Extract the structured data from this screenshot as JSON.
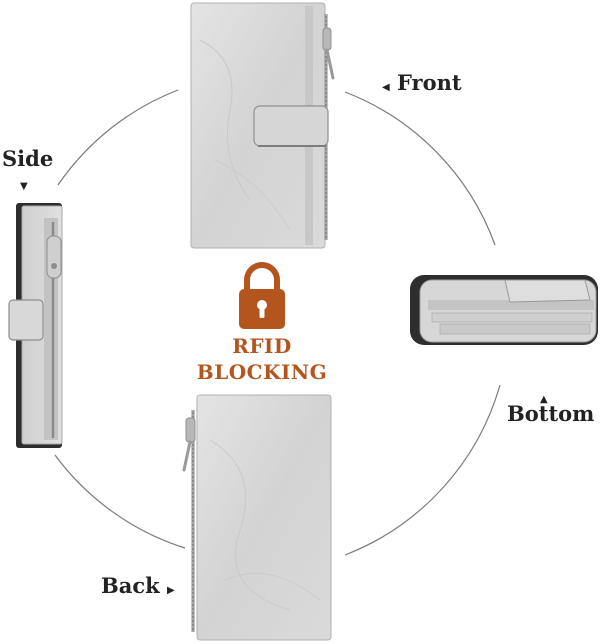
{
  "labels": {
    "front": "Front",
    "side": "Side",
    "bottom": "Bottom",
    "back": "Back"
  },
  "badge": {
    "line1": "RFID",
    "line2": "BLOCKING",
    "icon": "padlock-icon",
    "color": "#b5551e"
  },
  "colors": {
    "wallet": "#d9d9d9",
    "wallet_edge": "#a8a8a8",
    "circle": "#7a7a7a",
    "text": "#222222"
  }
}
